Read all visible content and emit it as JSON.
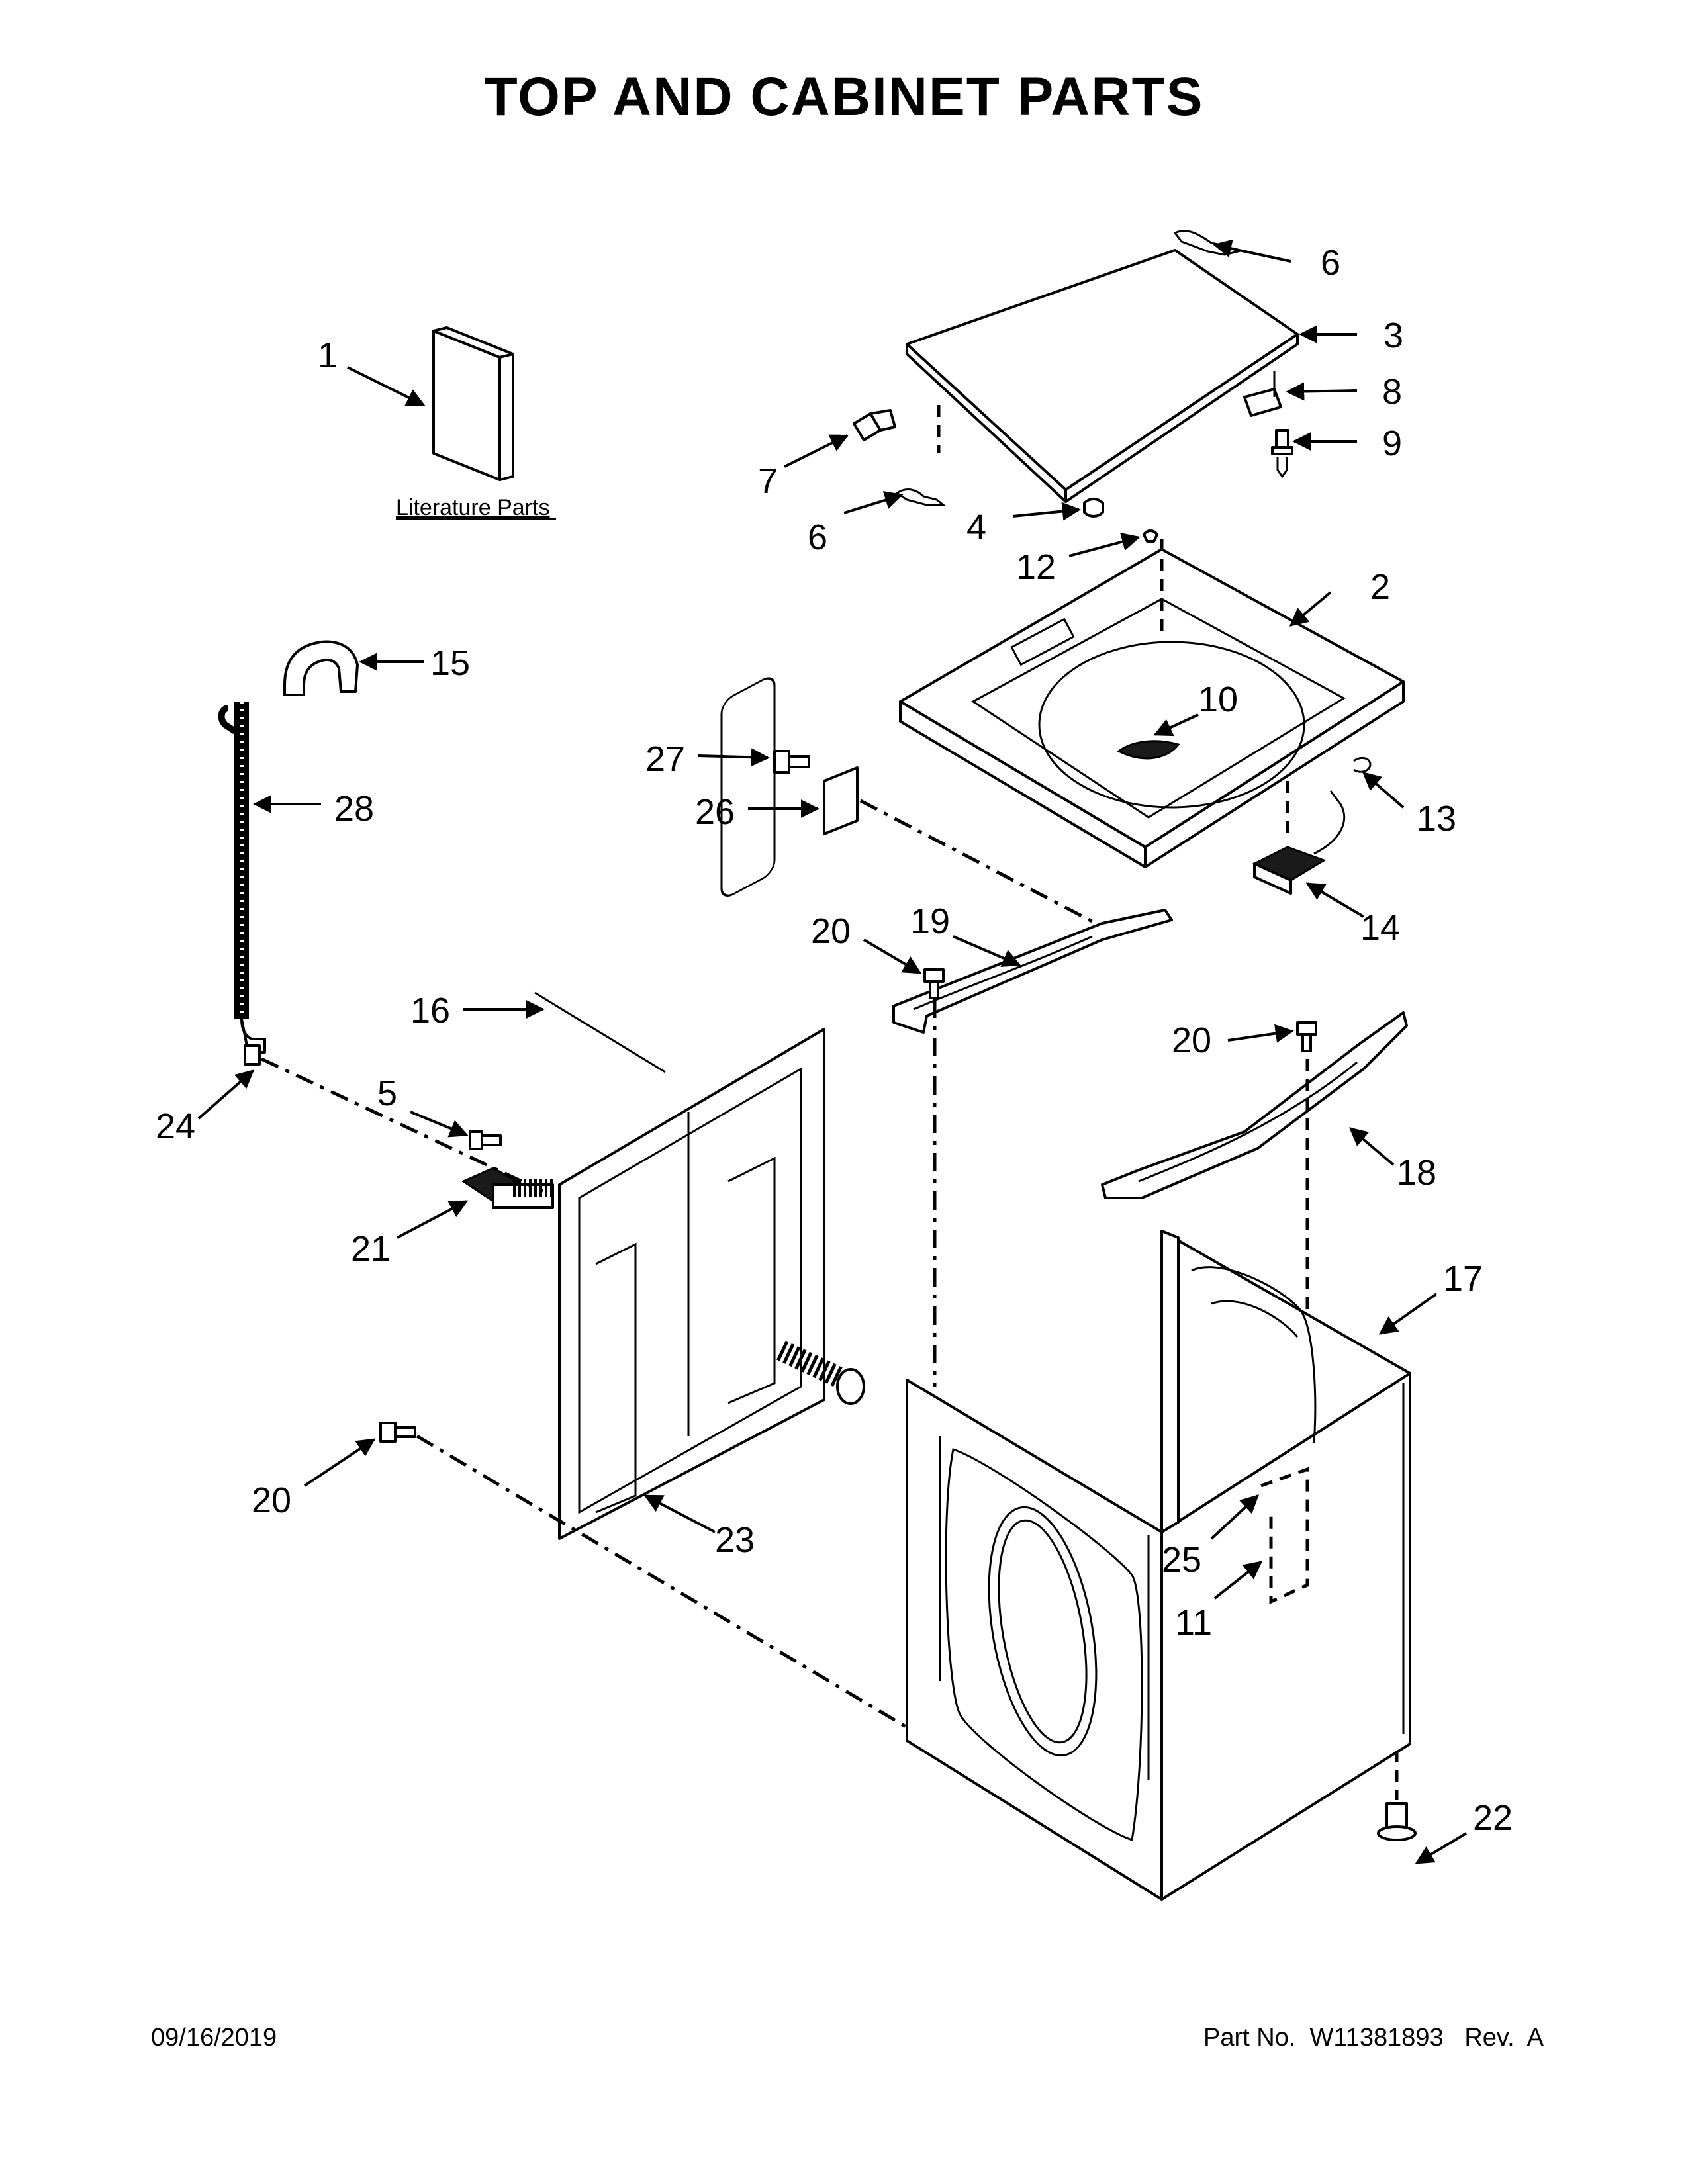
{
  "title": "TOP AND CABINET PARTS",
  "literature_label": "Literature Parts",
  "footer": {
    "date": "09/16/2019",
    "part_number": "Part No.  W11381893   Rev.  A"
  },
  "callouts": [
    "1",
    "2",
    "3",
    "4",
    "5",
    "6",
    "6",
    "7",
    "8",
    "9",
    "10",
    "11",
    "12",
    "13",
    "14",
    "15",
    "16",
    "17",
    "18",
    "19",
    "20",
    "20",
    "20",
    "21",
    "22",
    "23",
    "24",
    "25",
    "26",
    "27",
    "28"
  ]
}
